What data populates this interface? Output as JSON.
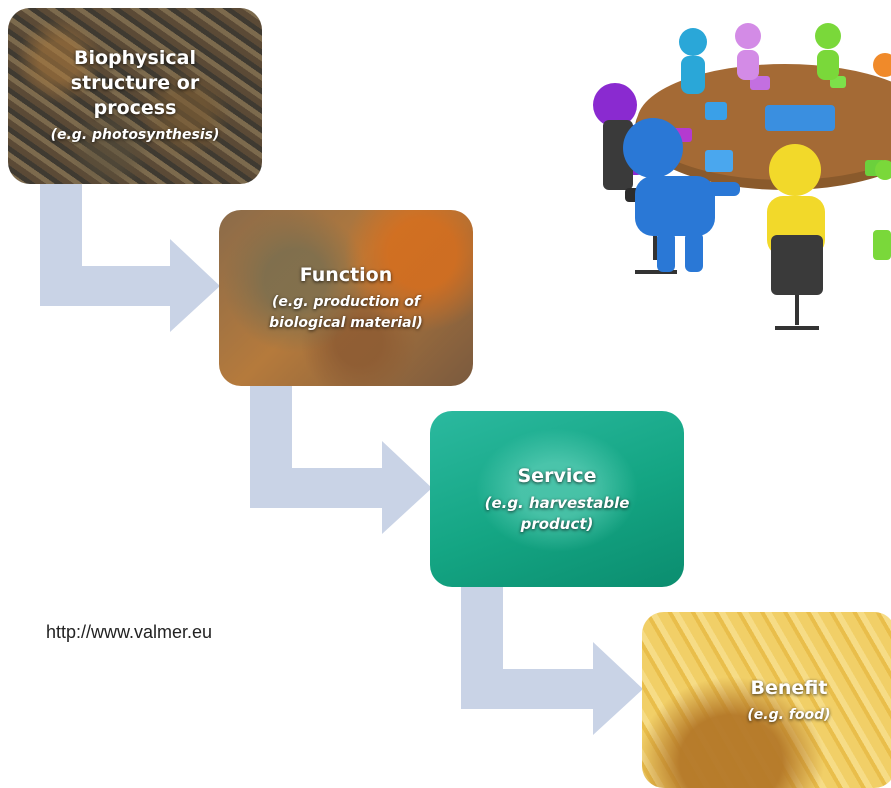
{
  "colors": {
    "arrow": "#c9d3e6",
    "text": "#ffffff",
    "service_green": "#14a583"
  },
  "steps": [
    {
      "title": "Biophysical structure or process",
      "example": "(e.g. photosynthesis)"
    },
    {
      "title": "Function",
      "example": "(e.g. production of biological material)"
    },
    {
      "title": "Service",
      "example": "(e.g. harvestable product)"
    },
    {
      "title": "Benefit",
      "example": "(e.g. food)"
    }
  ],
  "source_url": "http://www.valmer.eu",
  "illustration": "people-at-round-table-with-puzzle-pieces"
}
